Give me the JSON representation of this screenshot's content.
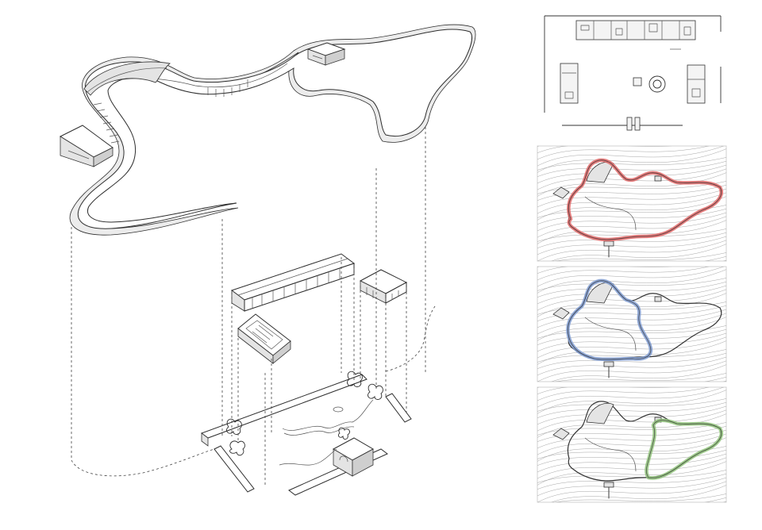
{
  "route_colors": {
    "route_1": "#e06a6a",
    "route_2": "#7f9bd0",
    "route_3": "#8fc27a"
  },
  "panels": [
    {
      "id": "plan",
      "route": null
    },
    {
      "id": "route-map-1",
      "route": "route_1"
    },
    {
      "id": "route-map-2",
      "route": "route_2"
    },
    {
      "id": "route-map-3",
      "route": "route_3"
    }
  ]
}
